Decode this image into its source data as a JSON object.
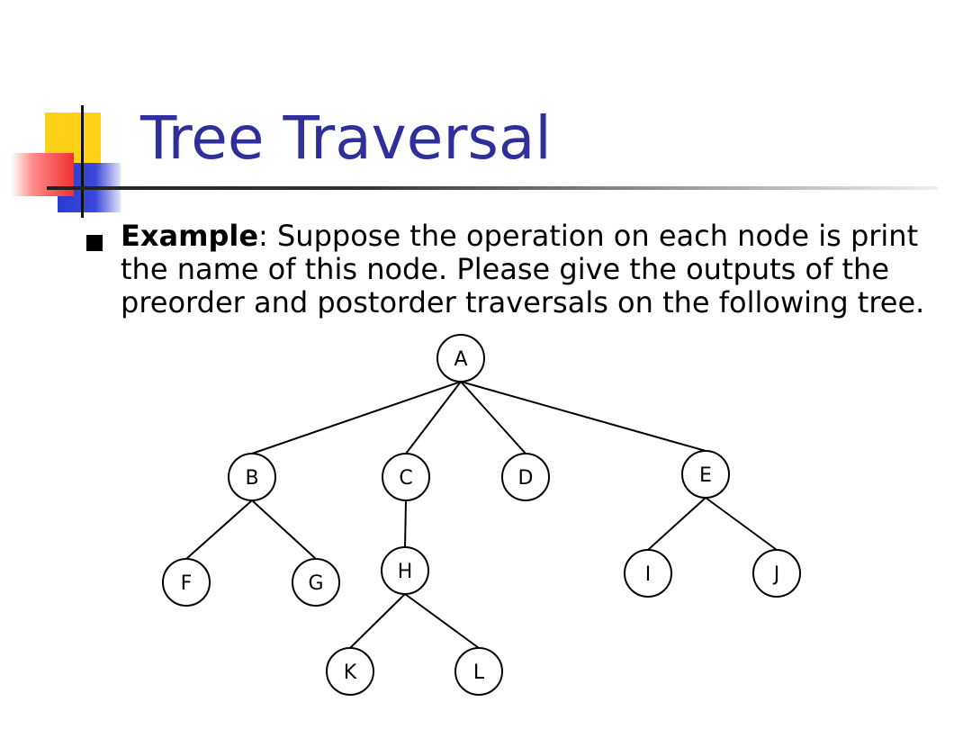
{
  "slide": {
    "title": "Tree Traversal",
    "bullet": {
      "lead": "Example",
      "text": ": Suppose the operation on each node is print the name of this node. Please give the outputs of the preorder and postorder traversals on the following tree."
    }
  },
  "tree": {
    "nodes": [
      "A",
      "B",
      "C",
      "D",
      "E",
      "F",
      "G",
      "H",
      "I",
      "J",
      "K",
      "L"
    ],
    "edges": [
      [
        "A",
        "B"
      ],
      [
        "A",
        "C"
      ],
      [
        "A",
        "D"
      ],
      [
        "A",
        "E"
      ],
      [
        "B",
        "F"
      ],
      [
        "B",
        "G"
      ],
      [
        "C",
        "H"
      ],
      [
        "E",
        "I"
      ],
      [
        "E",
        "J"
      ],
      [
        "H",
        "K"
      ],
      [
        "H",
        "L"
      ]
    ]
  }
}
